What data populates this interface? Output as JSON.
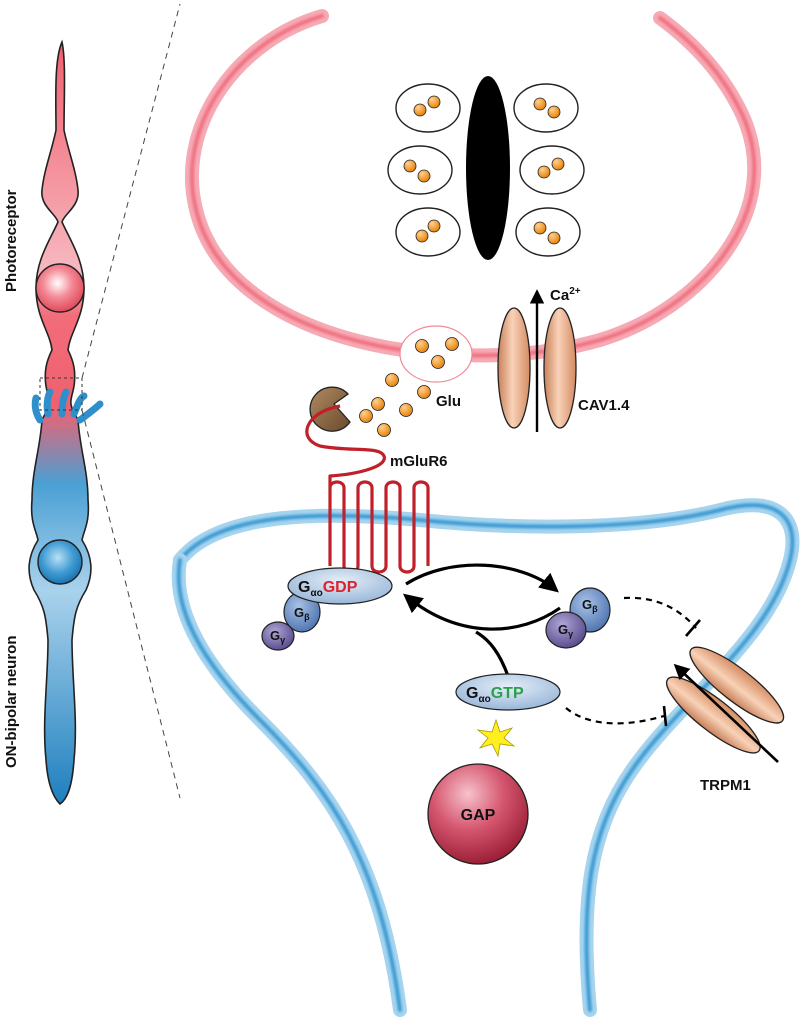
{
  "side_labels": {
    "photoreceptor": "Photoreceptor",
    "bipolar": "ON-bipolar neuron"
  },
  "labels": {
    "ca": "Ca",
    "ca_sup": "2+",
    "cav": "CAV1.4",
    "glu": "Glu",
    "mglur6": "mGluR6",
    "trpm1": "TRPM1",
    "gap": "GAP"
  },
  "gprotein": {
    "g": "G",
    "alpha_o_sub": "αo",
    "gdp": "GDP",
    "gtp": "GTP",
    "beta_sub": "β",
    "gamma_sub": "γ"
  },
  "colors": {
    "photoreceptor": "#f06a78",
    "bipolar": "#2f8fca",
    "gdp": "#e0202a",
    "gtp": "#2aa04a",
    "glutamate": "#f0900a",
    "channel": "#e8a070",
    "gap": "#c03048",
    "galpha": "#b6cde6",
    "gbeta": "#6f93c8",
    "ggamma": "#7a6aa8"
  }
}
